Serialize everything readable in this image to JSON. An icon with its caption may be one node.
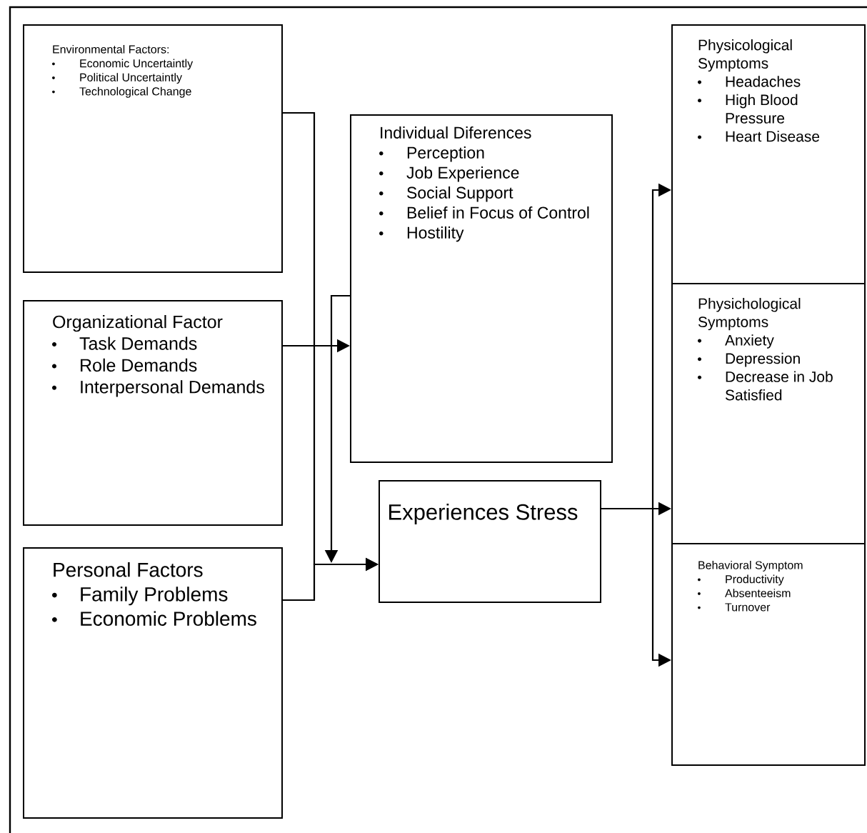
{
  "diagram": {
    "nodes": [
      {
        "text": [
          "Environmental Factors:",
          "Economic Uncertaintly",
          "Political Uncertaintly",
          "Technological Change"
        ]
      },
      {
        "text": [
          "Organizational Factor",
          "Task Demands",
          "Role Demands",
          "Interpersonal Demands"
        ]
      },
      {
        "text": [
          "Personal Factors",
          "Family Problems",
          "Economic Problems"
        ]
      },
      {
        "text": [
          "Individual Diferences",
          "Perception",
          "Job Experience",
          "Social Support",
          "Belief in Focus of Control",
          "Hostility"
        ]
      },
      {
        "text": [
          "Experiences Stress"
        ]
      },
      {
        "text": [
          "Physicological Symptoms",
          "Headaches",
          "High Blood Pressure",
          "Heart Disease"
        ]
      },
      {
        "text": [
          "Physichological Symptoms",
          "Anxiety",
          "Depression",
          "Decrease in Job Satisfied"
        ]
      },
      {
        "text": [
          "Behavioral Symptom",
          "Productivity",
          "Absenteeism",
          "Turnover"
        ]
      }
    ],
    "edges": [
      {
        "from": 0,
        "to": 4,
        "arrow": "to"
      },
      {
        "from": 1,
        "to": 3,
        "arrow": "to"
      },
      {
        "from": 2,
        "to": 4,
        "arrow": "to"
      },
      {
        "from": 3,
        "to": 4,
        "arrow": "to"
      },
      {
        "from": 4,
        "to": 5,
        "arrow": "to"
      },
      {
        "from": 4,
        "to": 6,
        "arrow": "to"
      },
      {
        "from": 4,
        "to": 7,
        "arrow": "to"
      }
    ]
  }
}
